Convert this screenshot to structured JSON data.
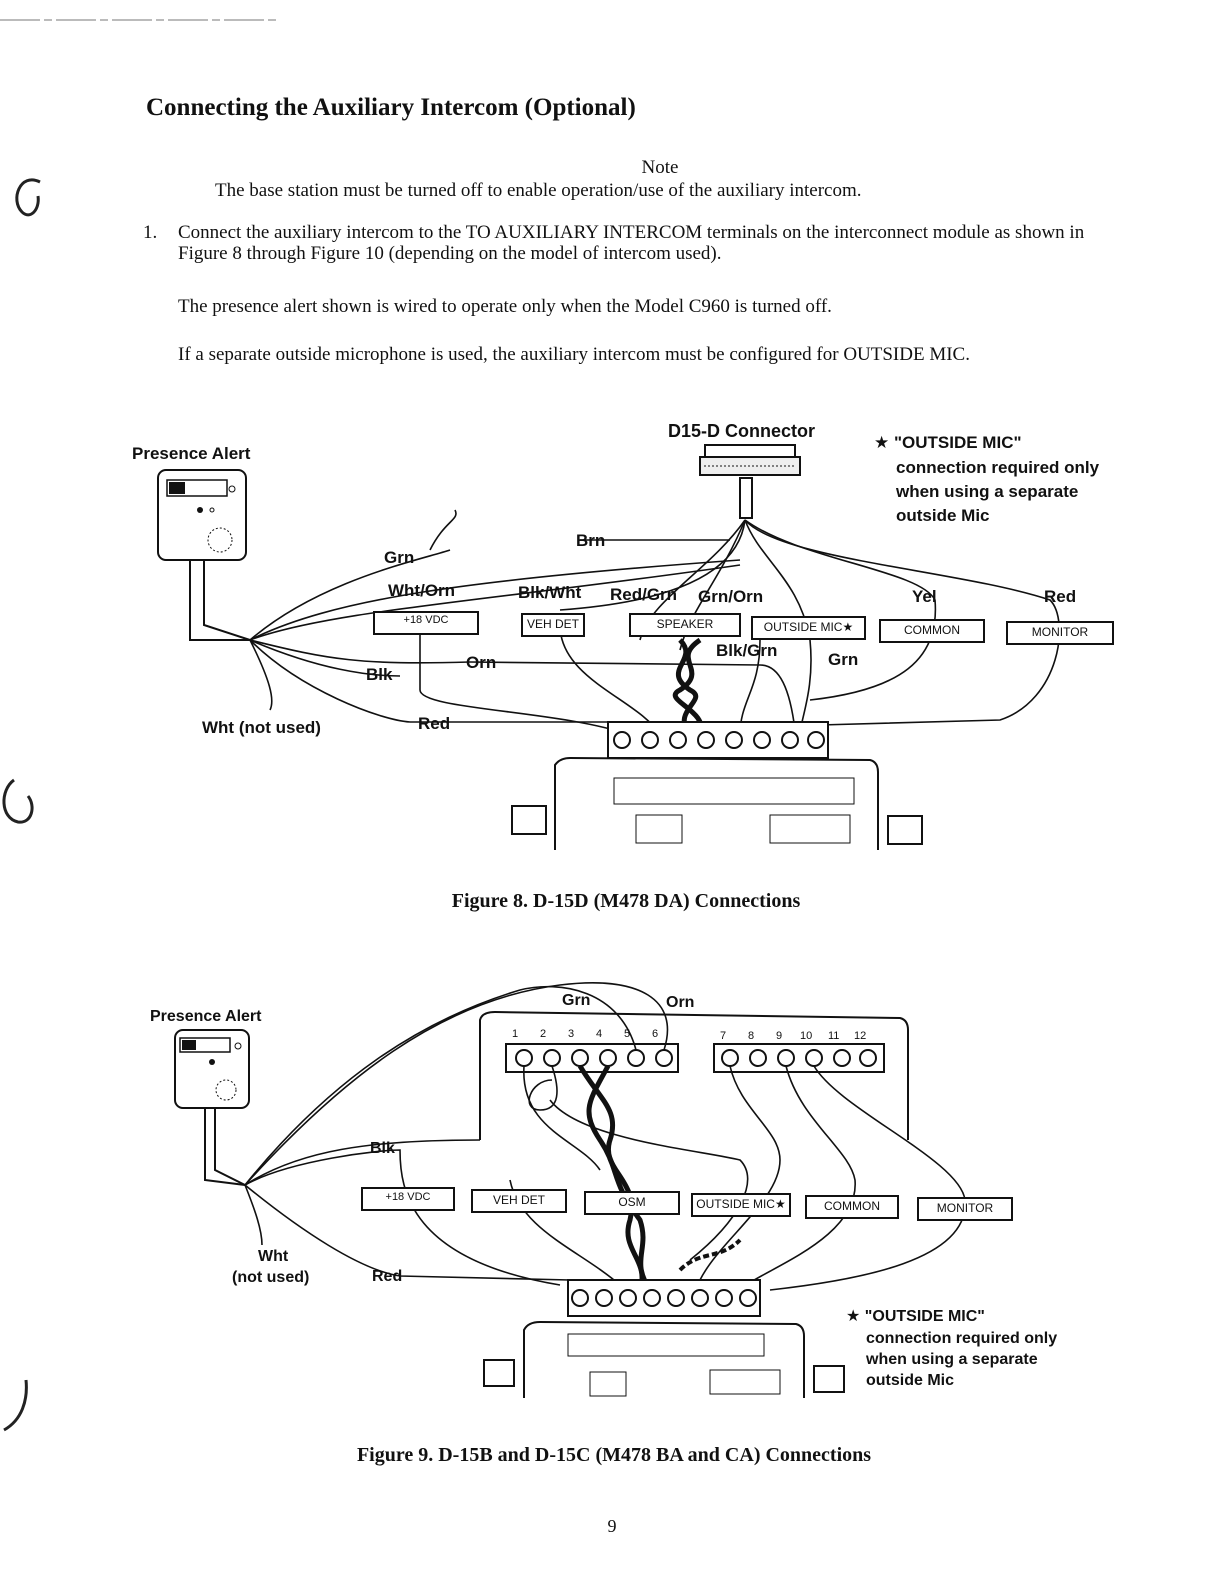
{
  "heading": "Connecting the Auxiliary Intercom (Optional)",
  "note": {
    "label": "Note",
    "text": "The base station must be turned off to enable operation/use of the auxiliary intercom."
  },
  "step": {
    "number": "1.",
    "text": "Connect the auxiliary intercom to the TO AUXILIARY INTERCOM terminals on the interconnect module as shown in Figure 8 through Figure 10 (depending on the model of intercom used)."
  },
  "paragraphs": [
    "The presence alert shown is wired to operate only when the Model C960 is turned off.",
    "If a separate outside microphone is used, the auxiliary intercom must be configured for OUTSIDE MIC."
  ],
  "figure8": {
    "caption": "Figure 8.  D-15D (M478 DA) Connections",
    "presence_alert": "Presence Alert",
    "connector": "D15-D Connector",
    "footnote": [
      "★ \"OUTSIDE MIC\"",
      "connection required only",
      "when using a separate",
      "outside Mic"
    ],
    "wires": {
      "brn": "Brn",
      "grn": "Grn",
      "wht_orn": "Wht/Orn",
      "blk_wht": "Blk/Wht",
      "red_grn": "Red/Grn",
      "grn_orn": "Grn/Orn",
      "yel": "Yel",
      "red": "Red",
      "orn": "Orn",
      "blk": "Blk",
      "blk_grn": "Blk/Grn",
      "grn2": "Grn",
      "red2": "Red",
      "wht": "Wht (not used)"
    },
    "terminals": [
      "+18 VDC",
      "VEH DET",
      "SPEAKER",
      "OUTSIDE MIC★",
      "COMMON",
      "MONITOR"
    ]
  },
  "figure9": {
    "caption": "Figure 9.  D-15B and D-15C (M478 BA and CA) Connections",
    "presence_alert": "Presence Alert",
    "footnote": [
      "★ \"OUTSIDE MIC\"",
      "connection required only",
      "when using a separate",
      "outside Mic"
    ],
    "wires": {
      "grn": "Grn",
      "orn": "Orn",
      "blk": "Blk",
      "wht": "Wht",
      "wht2": "(not used)",
      "red": "Red"
    },
    "terminal_numbers": [
      "1",
      "2",
      "3",
      "4",
      "5",
      "6",
      "7",
      "8",
      "9",
      "10",
      "11",
      "12"
    ],
    "terminals": [
      "+18 VDC",
      "VEH DET",
      "OSM",
      "OUTSIDE MIC★",
      "COMMON",
      "MONITOR"
    ]
  },
  "page_number": "9"
}
